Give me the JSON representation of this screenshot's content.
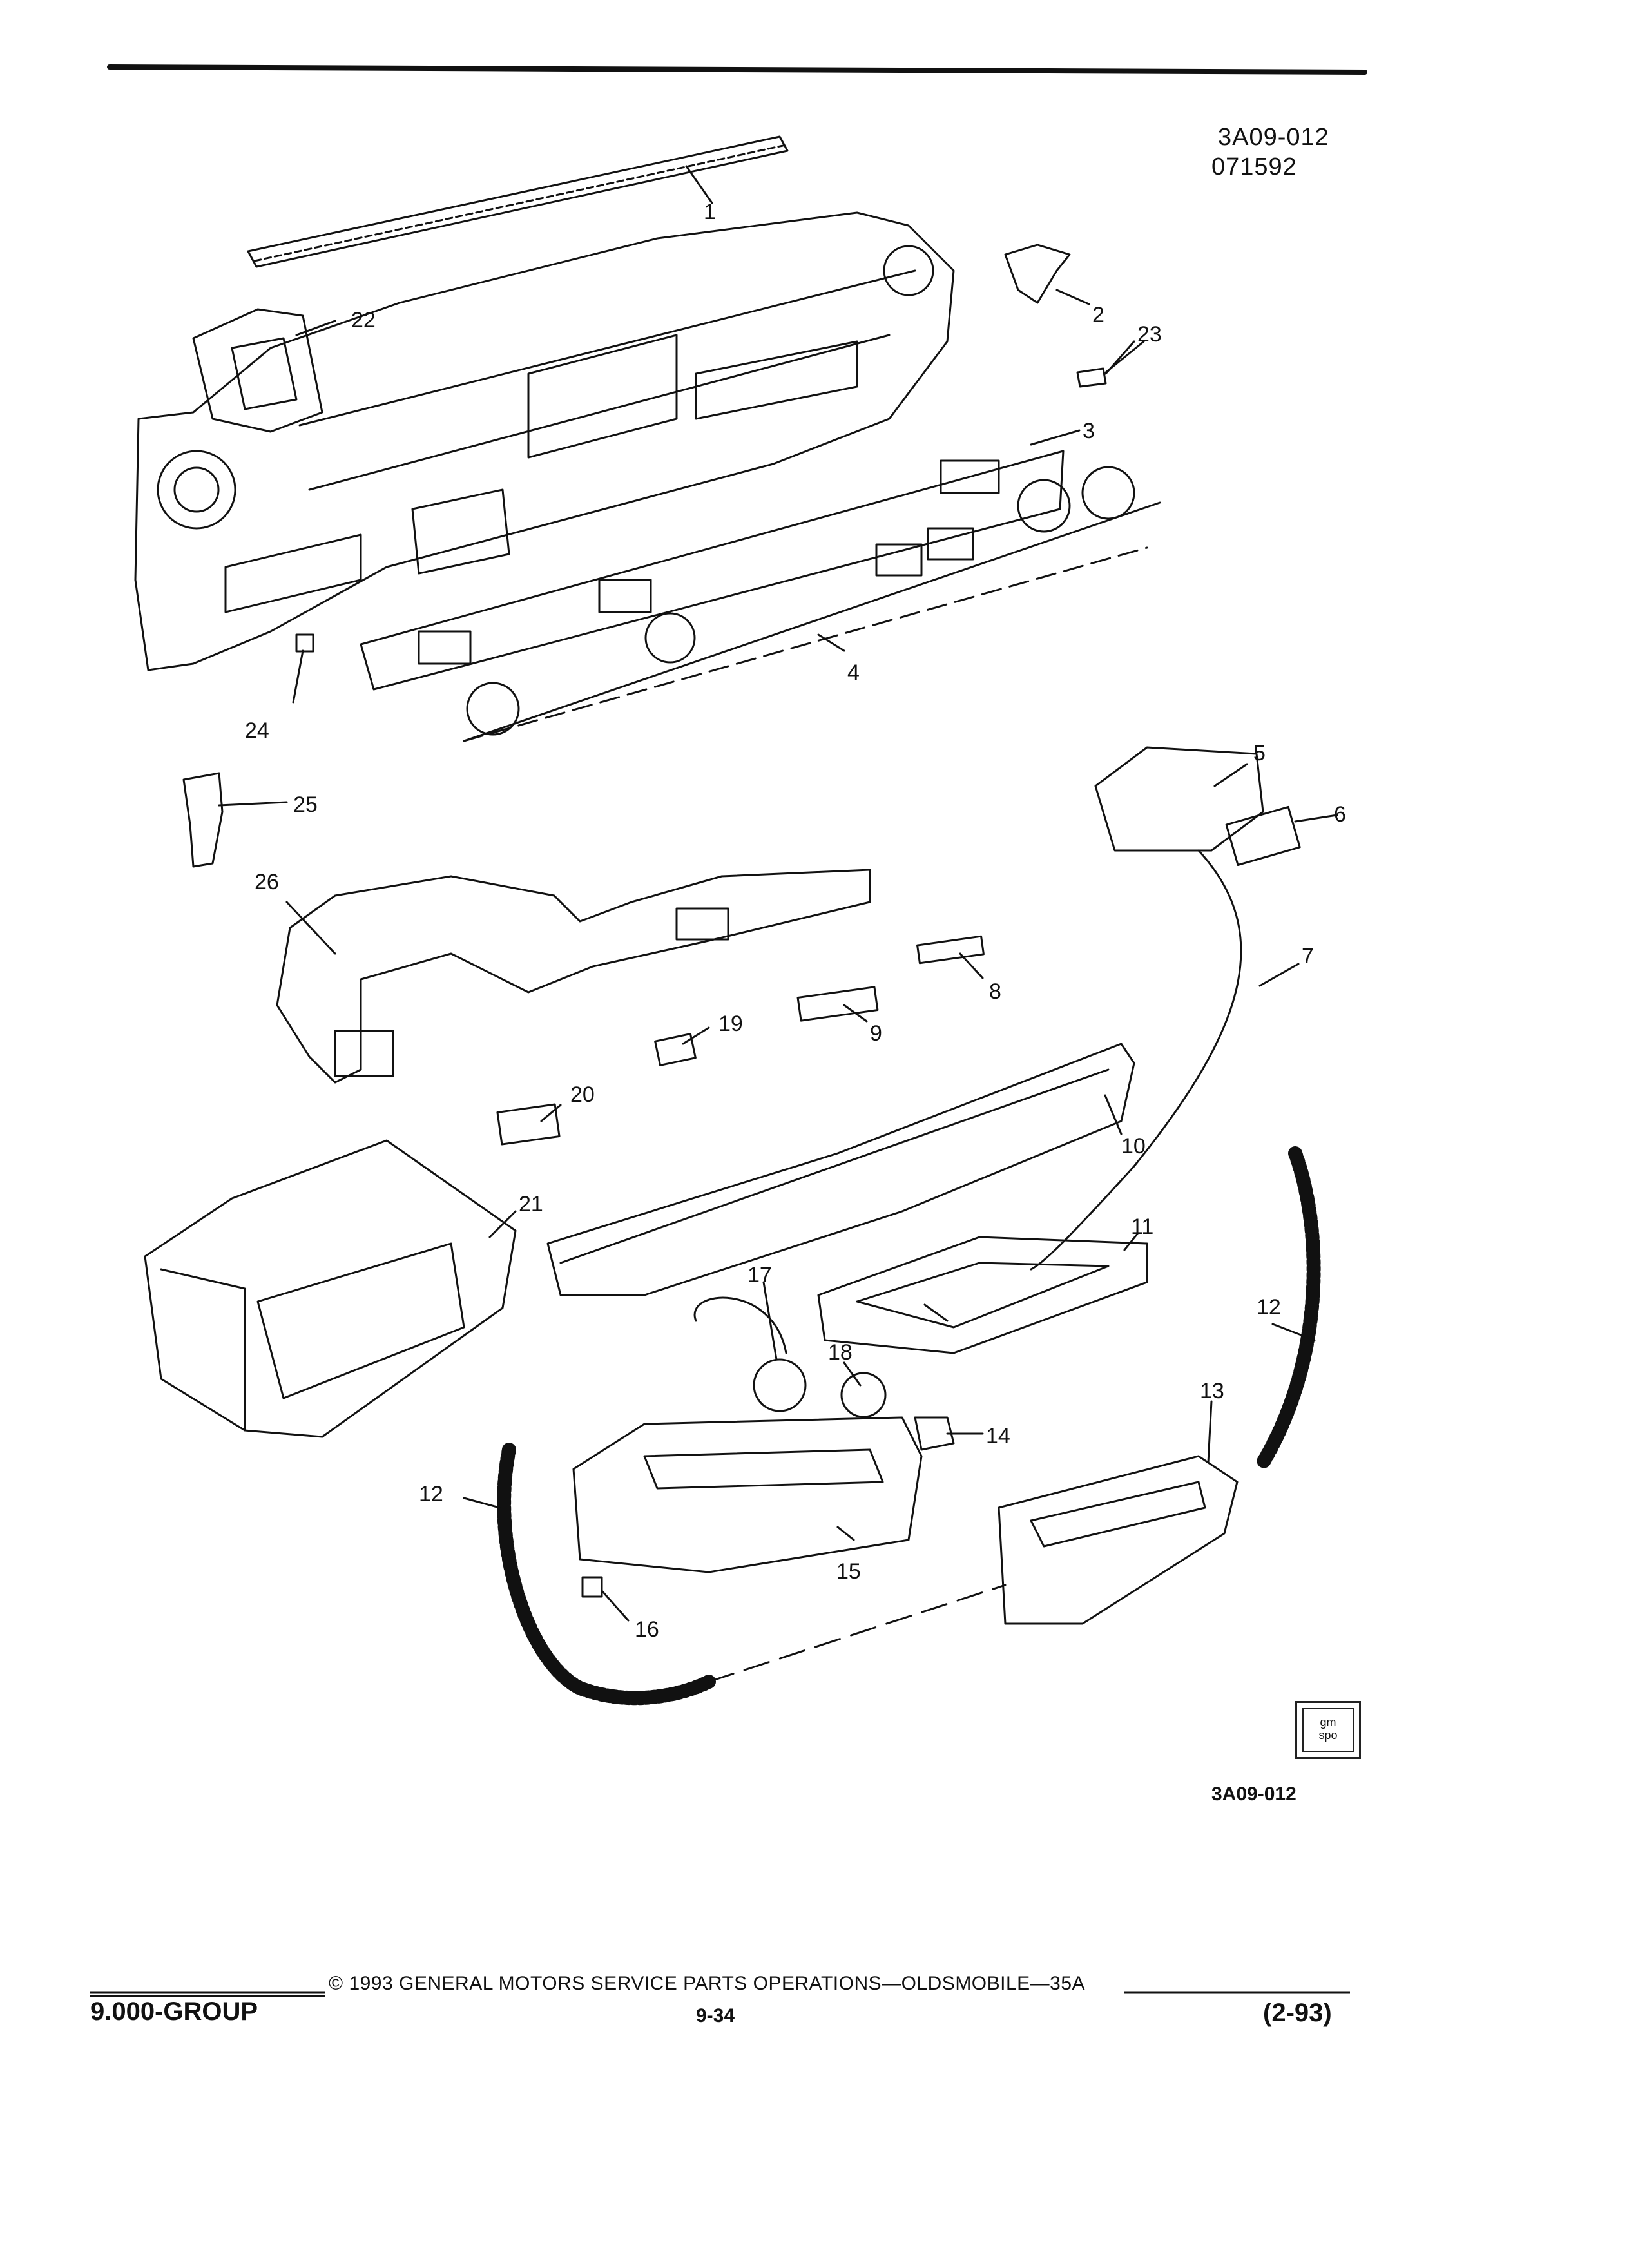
{
  "header": {
    "figure_code": "3A09-012",
    "date_code": "071592"
  },
  "figure_footer_code": "3A09-012",
  "logo": {
    "line1": "gm",
    "line2": "spo"
  },
  "callouts": [
    "1",
    "2",
    "3",
    "4",
    "5",
    "6",
    "7",
    "8",
    "9",
    "10",
    "11",
    "12",
    "12",
    "13",
    "14",
    "15",
    "16",
    "17",
    "18",
    "19",
    "20",
    "21",
    "22",
    "23",
    "24",
    "25",
    "26"
  ],
  "footer": {
    "group": "9.000-GROUP",
    "copyright": "© 1993 GENERAL MOTORS SERVICE PARTS OPERATIONS—OLDSMOBILE—35A",
    "page": "9-34",
    "revision": "(2-93)"
  },
  "colors": {
    "ink": "#111111",
    "paper": "#ffffff"
  }
}
